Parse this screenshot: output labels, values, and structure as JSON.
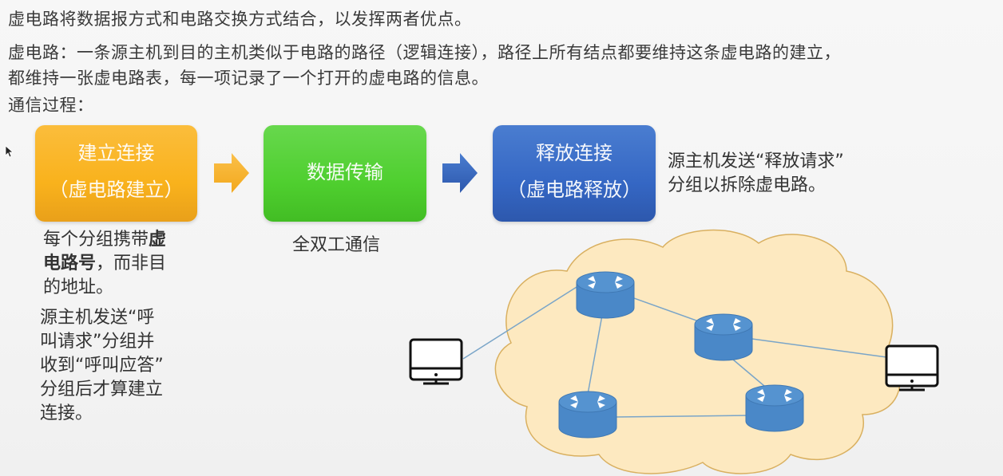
{
  "intro": "虚电路将数据报方式和电路交换方式结合，以发挥两者优点。",
  "definition": {
    "line1": "虚电路：一条源主机到目的主机类似于电路的路径（逻辑连接），路径上所有结点都要维持这条虚电路的建立，",
    "line2": "都维持一张虚电路表，每一项记录了一个打开的虚电路的信息。"
  },
  "process_label": "通信过程：",
  "steps": [
    {
      "title": "建立连接",
      "subtitle": "（虚电路建立）",
      "color": "#f9b21c"
    },
    {
      "title": "数据传输",
      "subtitle": "",
      "color": "#4fcf2f"
    },
    {
      "title": "释放连接",
      "subtitle": "（虚电路释放）",
      "color": "#3567c4"
    }
  ],
  "arrows": [
    {
      "color": "#f9b21c"
    },
    {
      "color": "#3567c4"
    }
  ],
  "notes": {
    "release": {
      "line1": "源主机发送“释放请求”",
      "line2": "分组以拆除虚电路。"
    },
    "transfer": "全双工通信",
    "setup_a": {
      "pre": "每个分组携带",
      "bold1": "虚",
      "bold2": "电路号",
      "post": "，而非目",
      "line3": "的地址。"
    },
    "setup_b": [
      "源主机发送“呼",
      "叫请求”分组并",
      "收到“呼叫应答”",
      "分组后才算建立",
      "连接。"
    ]
  },
  "diagram": {
    "cloud_color": "#fde9c0",
    "router_color": "#4a88c8",
    "link_color": "#7aa5c8",
    "nodes": [
      "host-left",
      "router-1",
      "router-2",
      "router-3",
      "router-4",
      "host-right"
    ]
  }
}
